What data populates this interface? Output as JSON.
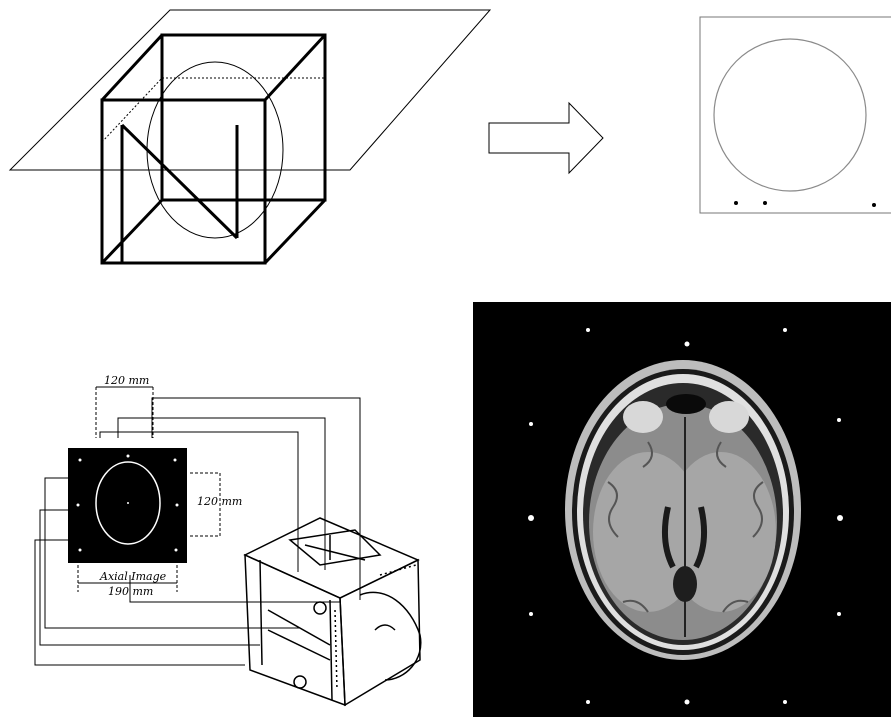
{
  "stereotactic_frame": {
    "label_top_width": "120 mm",
    "label_right_height": "120 mm",
    "label_caption": "Axial Image",
    "label_bottom_width": "190 mm"
  },
  "colors": {
    "line": "#000000",
    "slice_circle": "#8a8a8a",
    "mri_background": "#000000"
  }
}
